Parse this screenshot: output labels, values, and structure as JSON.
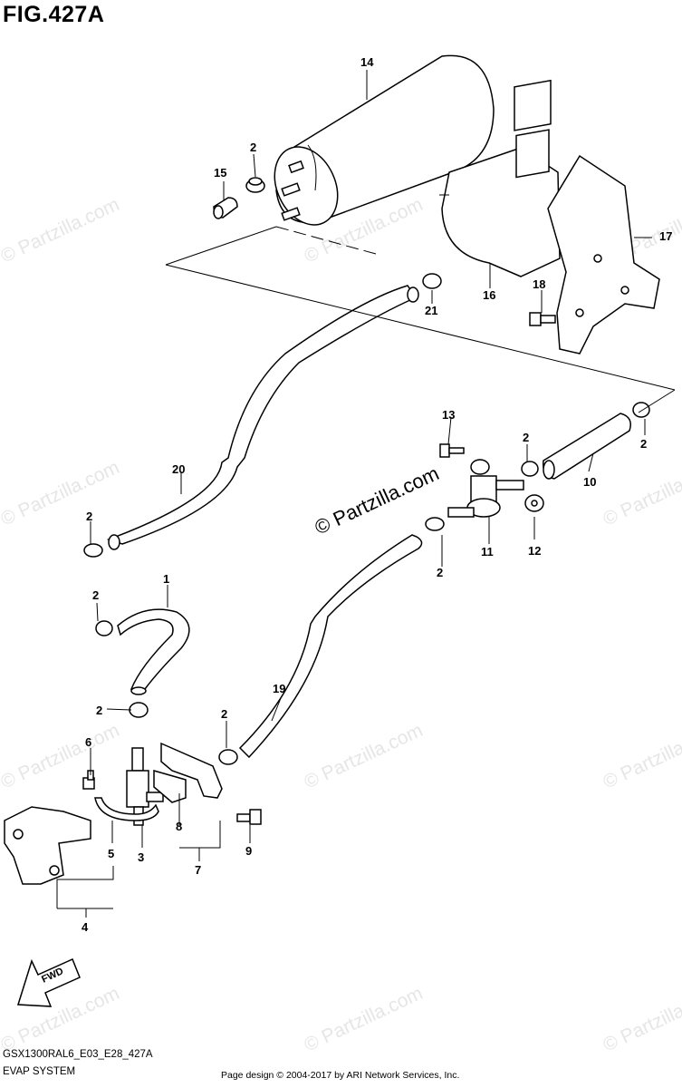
{
  "figure": {
    "title": "FIG.427A",
    "model_code": "GSX1300RAL6_E03_E28_427A",
    "caption": "EVAP SYSTEM",
    "copyright": "Page design © 2004-2017 by ARI Network Services, Inc.",
    "watermark": "© Partzilla.com",
    "fwd_label": "FWD"
  },
  "callouts": {
    "c1": "1",
    "c2": "2",
    "c3": "3",
    "c4": "4",
    "c5": "5",
    "c6": "6",
    "c7": "7",
    "c8": "8",
    "c9": "9",
    "c10": "10",
    "c11": "11",
    "c12": "12",
    "c13": "13",
    "c14": "14",
    "c15": "15",
    "c16": "16",
    "c17": "17",
    "c18": "18",
    "c19": "19",
    "c20": "20",
    "c21": "21"
  }
}
